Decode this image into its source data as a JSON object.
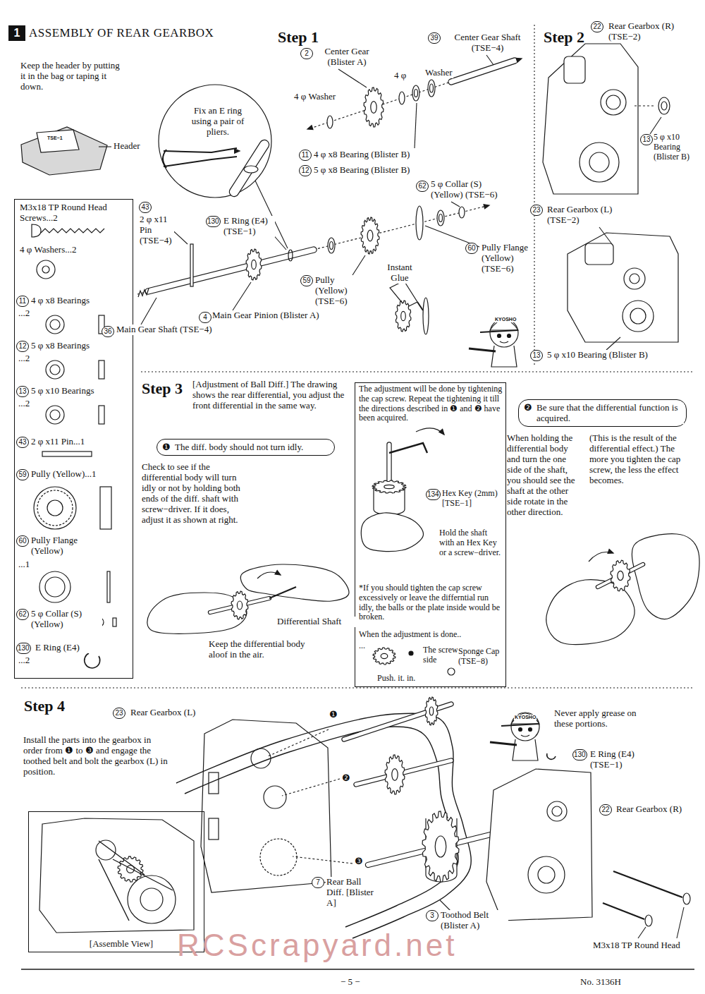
{
  "diagram": {
    "title": "ASSEMBLY OF REAR GEARBOX",
    "nodes": [
      {
        "text": [
          "1"
        ]
      },
      {
        "text": [
          "M3x18 TP Round Head Screws...2",
          "4 φ Washers...2",
          "11",
          "4 φ x8 Bearings",
          "...2",
          "12",
          "5 φ x8 Bearings",
          "...2",
          "13",
          "5 φ x10 Bearings",
          "...2",
          "43",
          "2 φ x11 Pin...1",
          "59",
          "Pully (Yellow)...1",
          "60",
          "Pully Flange (Yellow)",
          "...1",
          "62",
          "5 φ Collar (S) (Yellow)",
          "130",
          "E Ring (E4)",
          "...2"
        ]
      },
      {
        "text": [
          "❶",
          "The diff. body should not turn idly."
        ]
      },
      {
        "text": [
          "The adjustment will be done by tightening the cap screw. Repeat the tightening it till the directions described in ❶ and ❷ have been acquired.",
          "134",
          "Hex Key (2mm) [TSE−1]",
          "Hold the shaft with an Hex Key or a screw−driver.",
          "*If you should tighten the cap screw excessively or leave the differntial run idly, the balls or the plate inside would be broken.",
          "When the adjustment is done..",
          "...",
          "The screw side",
          "Sponge Cap (TSE−8)",
          "Push. it. in."
        ]
      },
      {
        "text": [
          "❷",
          "Be sure that the differential function is acquired."
        ]
      },
      {
        "text": [
          "[Assemble View]"
        ]
      }
    ],
    "labels": [
      "Keep the header by putting it in the bag or taping it down.",
      "Header",
      "TSE−1",
      "Step 1",
      "2",
      "Center Gear (Blister A)",
      "39",
      "Center Gear Shaft (TSE−4)",
      "4 φ",
      "Washer",
      "4 φ Washer",
      "Fix an E ring using a pair of pliers.",
      "11",
      "4 φ x8 Bearing (Blister B)",
      "12",
      "5 φ x8 Bearing (Blister B)",
      "62",
      "5 φ Collar (S) (Yellow) (TSE−6)",
      "43",
      "2 φ x11 Pin (TSE−4)",
      "130",
      "E Ring (E4) (TSE−1)",
      "60",
      "Pully Flange (Yellow) (TSE−6)",
      "Instant Glue",
      "59",
      "Pully (Yellow) (TSE−6)",
      "4",
      "Main Gear Pinion (Blister A)",
      "36",
      "Main Gear Shaft (TSE−4)",
      "KYOSHO",
      "Step 2",
      "22",
      "Rear Gearbox (R) (TSE−2)",
      "13",
      "5 φ x10 Bearing (Blister B)",
      "23",
      "Rear Gearbox (L) (TSE−2)",
      "13",
      "5 φ x10 Bearing (Blister B)",
      "Step 3",
      "[Adjustment of Ball Diff.] The drawing shows the rear differential, you adjust the front differential in the same way.",
      "Check to see if the differential body will turn idly or not by holding both ends of the diff. shaft with screw−driver. If it does, adjust it as shown at right.",
      "Differential Shaft",
      "Keep the differential body aloof in the air.",
      "When holding the differential body and turn the one side of the shaft, you should see the shaft at the other side rotate in the other direction.",
      "(This is the result of the differential effect.) The more you tighten the cap screw, the less the effect becomes.",
      "Step 4",
      "23",
      "Rear Gearbox (L)",
      "Install the parts into the gearbox in order from ❶ to ❸ and engage the toothed belt and bolt the gearbox (L) in position.",
      "❶",
      "❷",
      "❸",
      "Never apply grease on these portions.",
      "KYOSHO",
      "130",
      "E Ring (E4) (TSE−1)",
      "22",
      "Rear Gearbox (R)",
      "7",
      "Rear Ball Diff. [Blister A]",
      "3",
      "Toothod Belt (Blister A)",
      "M3x18 TP Round Head",
      "− 5 −",
      "No. 3136H",
      "RCScrapyard.net"
    ]
  }
}
